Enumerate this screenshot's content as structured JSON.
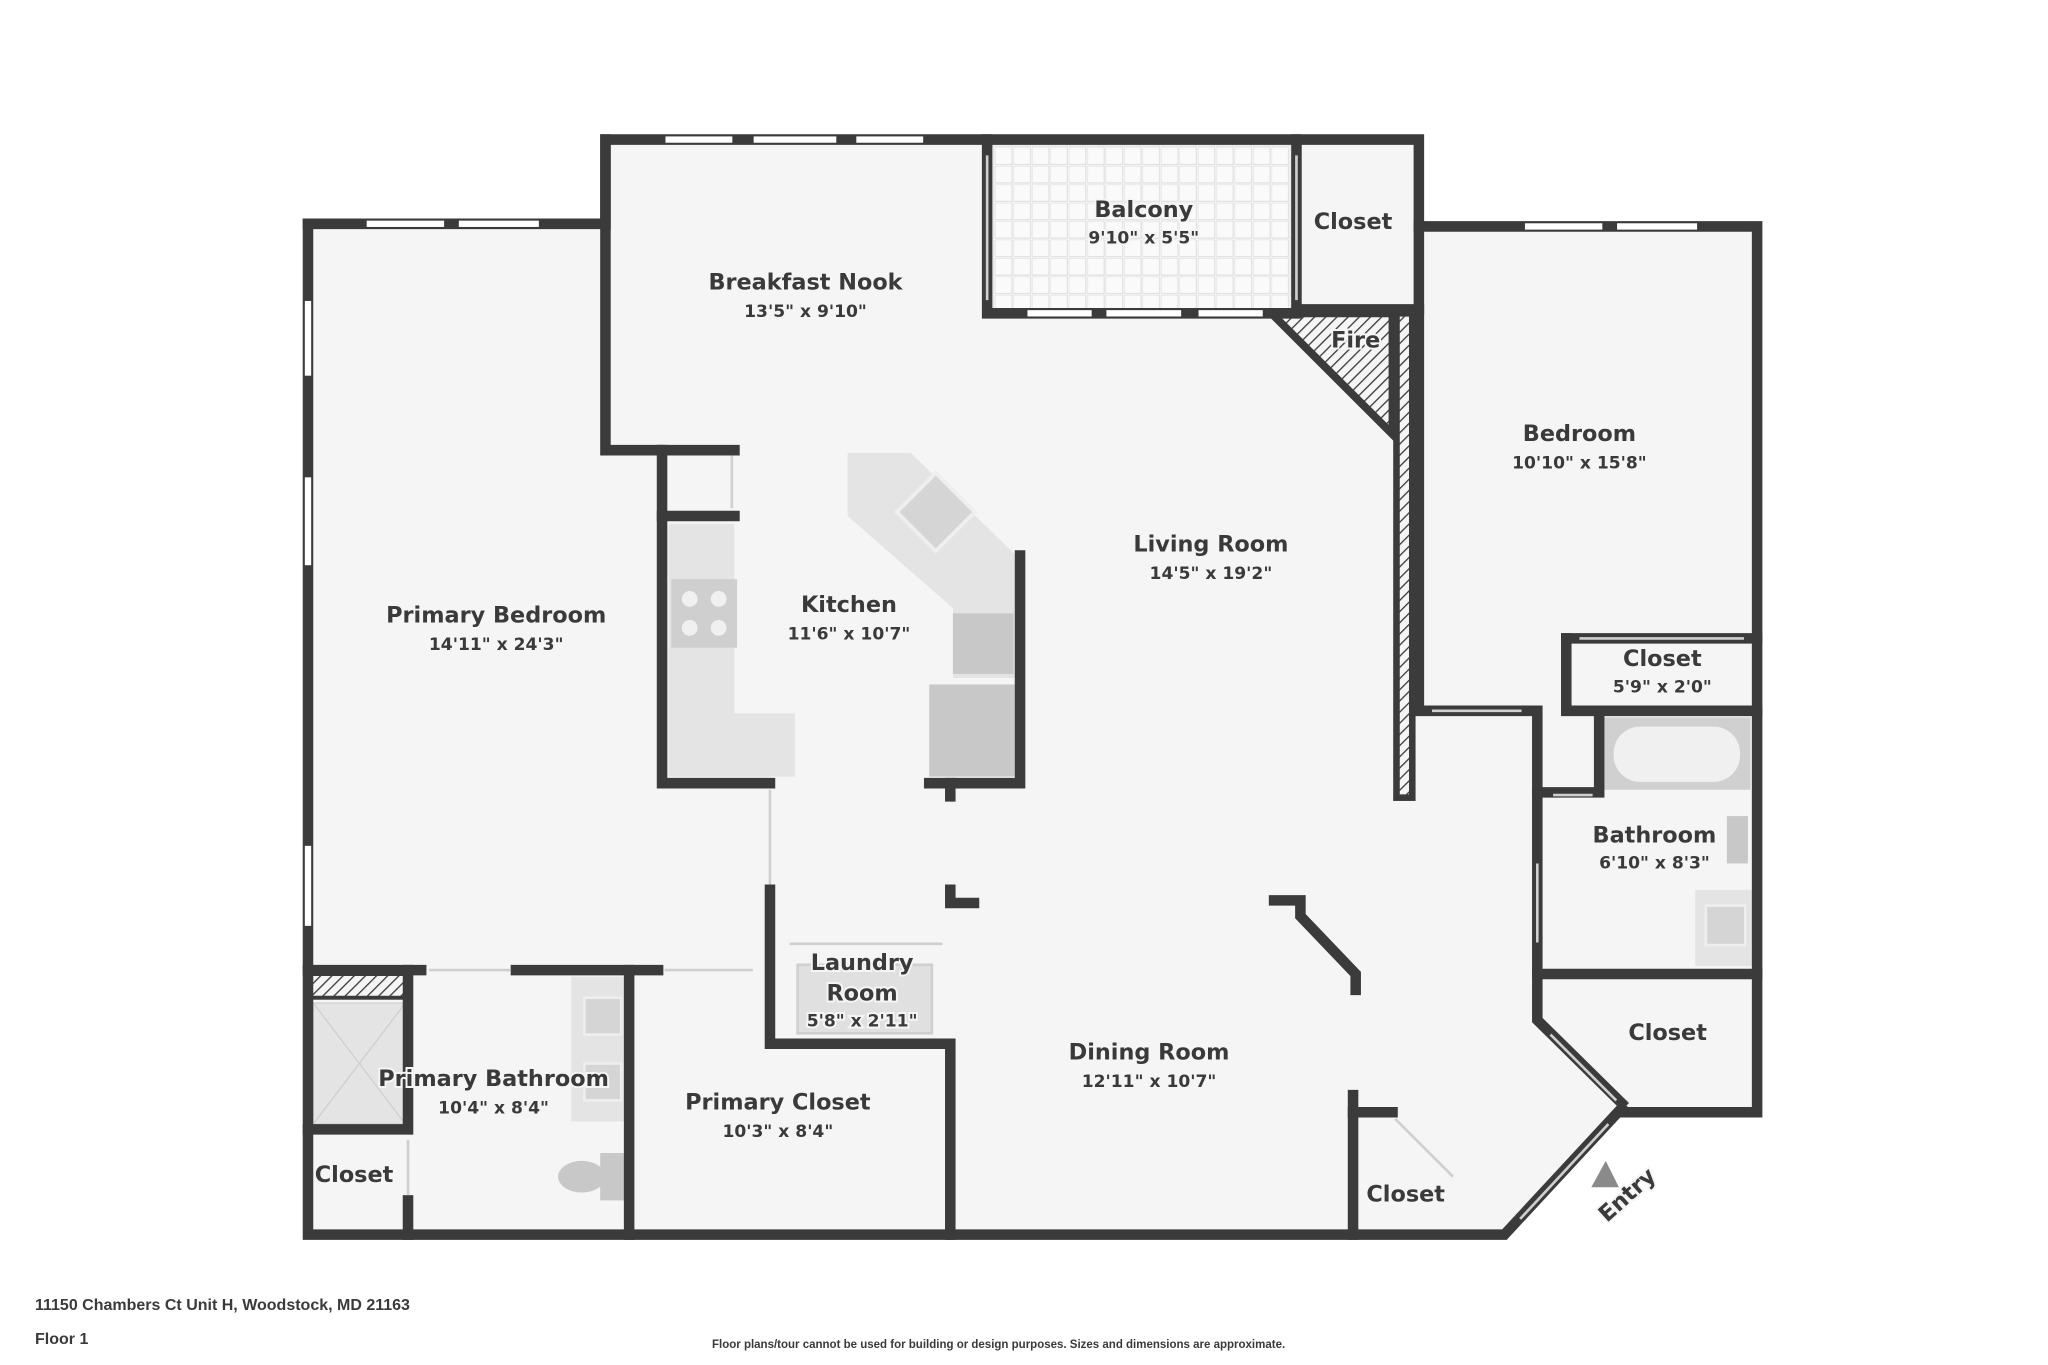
{
  "address": "11150 Chambers Ct Unit H, Woodstock, MD 21163",
  "floor": "Floor 1",
  "disclaimer": "Floor plans/tour cannot be used for building or design purposes. Sizes and dimensions are approximate.",
  "colors": {
    "wall": "#3b3b3b",
    "floor": "#f5f5f5",
    "fixture": "#e4e4e4"
  },
  "rooms": {
    "breakfast_nook": {
      "name": "Breakfast Nook",
      "dim": "13'5\" x 9'10\""
    },
    "balcony": {
      "name": "Balcony",
      "dim": "9'10\" x 5'5\""
    },
    "closet_top": {
      "name": "Closet"
    },
    "fire": {
      "name": "Fire"
    },
    "bedroom": {
      "name": "Bedroom",
      "dim": "10'10\" x 15'8\""
    },
    "primary_bedroom": {
      "name": "Primary Bedroom",
      "dim": "14'11\" x 24'3\""
    },
    "kitchen": {
      "name": "Kitchen",
      "dim": "11'6\" x 10'7\""
    },
    "living_room": {
      "name": "Living Room",
      "dim": "14'5\" x 19'2\""
    },
    "closet_bedroom": {
      "name": "Closet",
      "dim": "5'9\" x 2'0\""
    },
    "bathroom": {
      "name": "Bathroom",
      "dim": "6'10\" x 8'3\""
    },
    "laundry": {
      "name": "Laundry Room",
      "name_line1": "Laundry",
      "name_line2": "Room",
      "dim": "5'8\" x 2'11\""
    },
    "closet_hall": {
      "name": "Closet"
    },
    "dining_room": {
      "name": "Dining Room",
      "dim": "12'11\" x 10'7\""
    },
    "primary_bathroom": {
      "name": "Primary Bathroom",
      "dim": "10'4\" x 8'4\""
    },
    "primary_closet": {
      "name": "Primary Closet",
      "dim": "10'3\" x 8'4\""
    },
    "closet_bath": {
      "name": "Closet"
    },
    "closet_dining": {
      "name": "Closet"
    },
    "entry": {
      "name": "Entry"
    }
  }
}
